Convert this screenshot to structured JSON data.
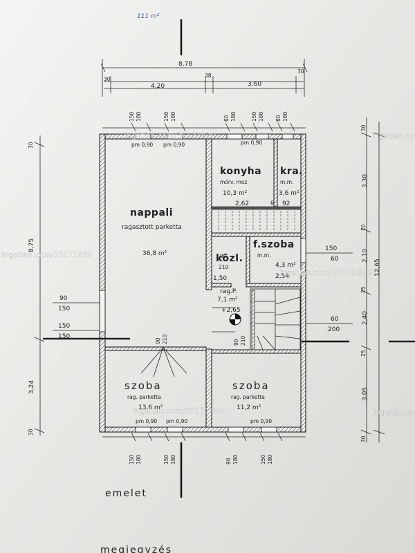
{
  "note": {
    "handwritten_area": "111 m²"
  },
  "top_dims": {
    "total": "8,78",
    "left_width": "4,20",
    "middle": "38",
    "right_width": "3,60",
    "left_end": "30",
    "right_end": "30"
  },
  "rooms": {
    "nappali": {
      "name": "nappali",
      "floor": "ragasztott parketta",
      "area": "36,8 m²"
    },
    "konyha": {
      "name": "konyha",
      "floor": "mórv. moz",
      "area": "10,3 m²"
    },
    "kamra": {
      "name": "kra.",
      "floor": "m.m.",
      "area": "3,6 m²"
    },
    "furdo": {
      "name": "f.szoba",
      "floor": "m.m.",
      "area": "4,3 m²"
    },
    "kozl": {
      "name": "közl.",
      "floor": "rag.P.",
      "area": "7,1 m²"
    },
    "szoba_left": {
      "name": "szoba",
      "floor": "rag. parketta",
      "area": "13,6 m²"
    },
    "szoba_right": {
      "name": "szoba",
      "floor": "rag. parketta",
      "area": "11,2 m²"
    }
  },
  "inner_dims": {
    "konyha_w": "2,62",
    "kra_w": "92",
    "kra_sep": "6",
    "kozl_w": "1,50",
    "fszoba_w": "2,54",
    "level": "+2,65",
    "door_90": "90",
    "door_210": "210"
  },
  "window_labels": {
    "pm": "pm 0,90"
  },
  "opening_pairs": {
    "a": "150",
    "b": "180",
    "c": "60",
    "d": "90"
  },
  "left_dims": {
    "top": "30",
    "mid": "8,75",
    "lower": "3,24",
    "bottom": "30",
    "w1": "90",
    "w2": "150",
    "w3": "150",
    "w4": "150"
  },
  "right_dims": {
    "top": "30",
    "d1": "3,30",
    "d2": "10",
    "d3": "2,10",
    "d4": "25",
    "d5": "2,40",
    "d6": "25",
    "d7": "3,05",
    "bottom": "30",
    "total": "12,65",
    "f1": "150",
    "f2": "60",
    "f3": "60",
    "f4": "200"
  },
  "floor_label": "emelet",
  "remark_label": "megjegyzés",
  "watermark": "ingatlan.com/35171830"
}
